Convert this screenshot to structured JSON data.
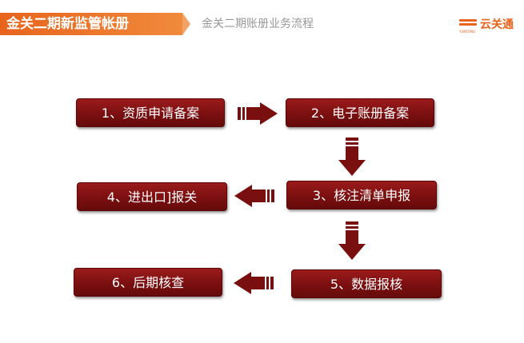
{
  "header": {
    "title": "金关二期新监管帐册",
    "subtitle": "金关二期账册业务流程",
    "logo_text": "云关通",
    "logo_sub": "YUNTONG"
  },
  "colors": {
    "accent": "#e8641c",
    "step_fill": "#7b0f10",
    "arrow_fill": "#7a0f10"
  },
  "steps": [
    {
      "label": "1、资质申请备案"
    },
    {
      "label": "2、电子账册备案"
    },
    {
      "label": "3、核注清单申报"
    },
    {
      "label": "4、进出口]报关"
    },
    {
      "label": "5、数据报核"
    },
    {
      "label": "6、后期核查"
    }
  ]
}
